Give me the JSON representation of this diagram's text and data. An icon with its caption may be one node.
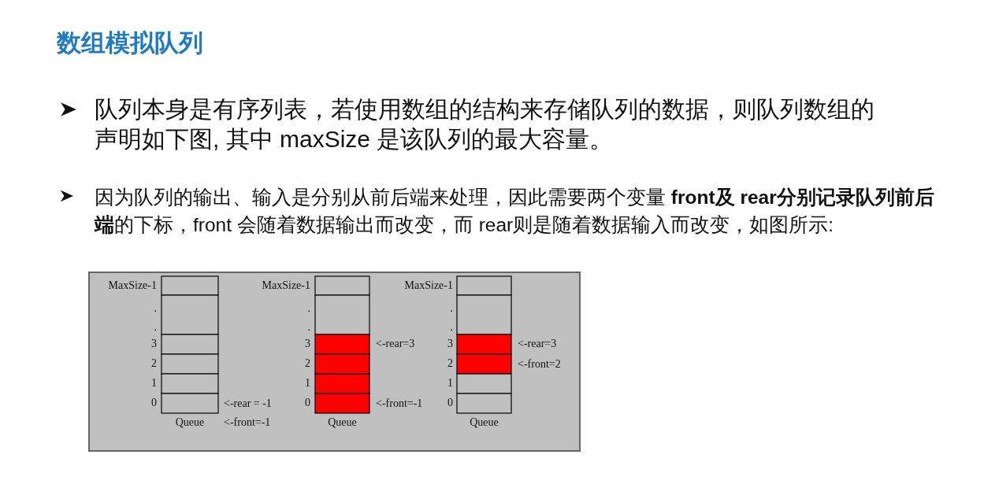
{
  "diagram": {
    "title": "数组模拟队列",
    "labels": [
      "队列本身是有序列表，若使用数组的结构来存储队列的数据，则队列数组的声明如下图, 其中 maxSize 是该队列的最大容量。",
      "因为队列的输出、输入是分别从前后端来处理，因此需要两个变量 **front及 rear分别记录队列前后端**的下标，front 会随着数据输出而改变，而 rear则是随着数据输入而改变，如图所示:",
      "MaxSize-1",
      ".",
      ".",
      "3",
      "2",
      "1",
      "0",
      "Queue",
      "<-rear = -1",
      "<-front=-1",
      "MaxSize-1",
      ".",
      ".",
      "3",
      "2",
      "1",
      "0",
      "Queue",
      "<-rear=3",
      "<-front=-1",
      "MaxSize-1",
      ".",
      ".",
      "3",
      "2",
      "1",
      "0",
      "Queue",
      "<-rear=3",
      "<-front=2"
    ]
  }
}
